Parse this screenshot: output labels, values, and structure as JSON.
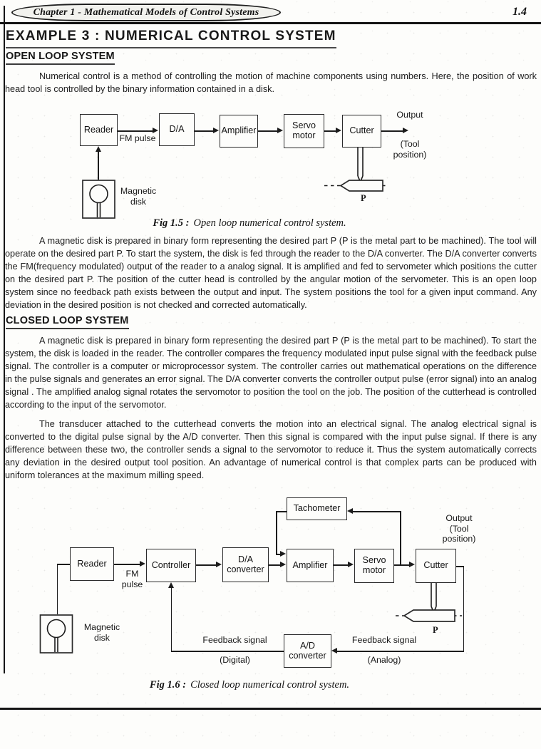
{
  "header": {
    "chapter": "Chapter 1 - Mathematical Models of Control Systems",
    "page_number": "1.4"
  },
  "title": "EXAMPLE 3 : NUMERICAL CONTROL SYSTEM",
  "open_loop": {
    "heading": "OPEN LOOP SYSTEM",
    "para1": "Numerical control is a method of controlling the motion of machine components using numbers.  Here, the position of work head tool is controlled by the binary information contained in a disk.",
    "para2": "A magnetic disk is prepared in binary form representing the desired part P (P is the metal part to be machined). The tool will operate on the desired part P.  To start the system, the disk is fed through the reader to the D/A converter. The D/A converter converts the FM(frequency modulated) output of the reader to a analog signal. It is amplified and fed to servometer which positions the cutter on the desired part P. The position of the cutter head is controlled by the angular motion of the servometer. This is an open loop system since no feedback path exists between the output and input. The system positions the tool for a given input command. Any deviation in the desired position is not checked and corrected automatically."
  },
  "closed_loop": {
    "heading": "CLOSED LOOP SYSTEM",
    "para1": "A magnetic disk is prepared  in binary form representing the desired part P (P is the metal part to be machined). To start the system, the disk is loaded in the reader. The controller compares the frequency modulated input pulse signal with the feedback pulse signal. The controller is a computer or microprocessor system. The controller carries out mathematical operations on the difference in the pulse signals and generates an error signal.  The D/A converter converts the controller output pulse (error signal) into an analog signal . The amplified analog signal rotates the servomotor to position the tool on the job. The position of the cutterhead is controlled according to the input of the servomotor.",
    "para2": "The transducer attached to the cutterhead converts the motion into an electrical signal. The analog electrical signal is converted to the digital pulse signal by the A/D  converter. Then this signal is compared with the input pulse signal. If there is any difference between these two, the controller sends a signal to the servomotor to reduce it. Thus the system automatically corrects any deviation in the desired output tool position. An advantage of numerical control is that complex parts can be produced with uniform tolerances at the maximum milling speed."
  },
  "fig15": {
    "caption_label": "Fig 1.5 :",
    "caption_text": "Open loop numerical control system.",
    "blocks": {
      "reader": "Reader",
      "da": "D/A",
      "amplifier": "Amplifier",
      "servo": "Servo motor",
      "cutter": "Cutter"
    },
    "labels": {
      "fm_pulse": "FM pulse",
      "output": "Output",
      "tool_position": "(Tool position)",
      "magnetic_disk": "Magnetic disk",
      "workpiece": "P"
    }
  },
  "fig16": {
    "caption_label": "Fig 1.6 :",
    "caption_text": "Closed loop numerical control system.",
    "blocks": {
      "reader": "Reader",
      "controller": "Controller",
      "da_converter": "D/A converter",
      "amplifier": "Amplifier",
      "servo": "Servo motor",
      "cutter": "Cutter",
      "tachometer": "Tachometer",
      "ad_converter": "A/D converter"
    },
    "labels": {
      "fm_pulse": "FM pulse",
      "output": "Output",
      "tool_position": "(Tool position)",
      "magnetic_disk": "Magnetic disk",
      "workpiece": "P",
      "feedback_digital": "Feedback signal",
      "digital": "(Digital)",
      "feedback_analog": "Feedback signal",
      "analog": "(Analog)"
    }
  },
  "colors": {
    "ink": "#1c1c1c",
    "paper": "#fdfdfb"
  }
}
